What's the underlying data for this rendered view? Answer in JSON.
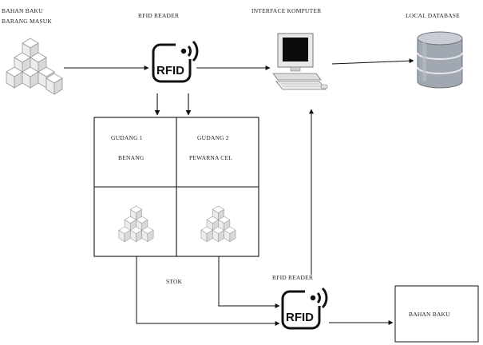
{
  "labels": {
    "bahan_baku_line1": "BAHAN BAKU",
    "bahan_baku_line2": "BARANG MASUK",
    "rfid_reader_top": "RFID READER",
    "interface": "INTERFACE KOMPUTER",
    "local_db": "LOCAL DATABASE",
    "gudang1_title": "GUDANG 1",
    "gudang1_sub": "BENANG",
    "gudang2_title": "GUDANG 2",
    "gudang2_sub": "PEWARNA CEL",
    "stok": "STOK",
    "rfid_reader_bottom": "RFID READER",
    "bahan_baku_out": "BAHAN BAKU",
    "rfid_glyph": "RFID"
  },
  "icons": {
    "boxes": "stacked-boxes-icon",
    "rfid": "rfid-tag-icon",
    "computer": "computer-icon",
    "database": "database-icon"
  },
  "colors": {
    "line": "#111111",
    "box_face": "#f2f2f2",
    "box_edge": "#9a9a9a",
    "db_fill": "#9ea4ad"
  }
}
